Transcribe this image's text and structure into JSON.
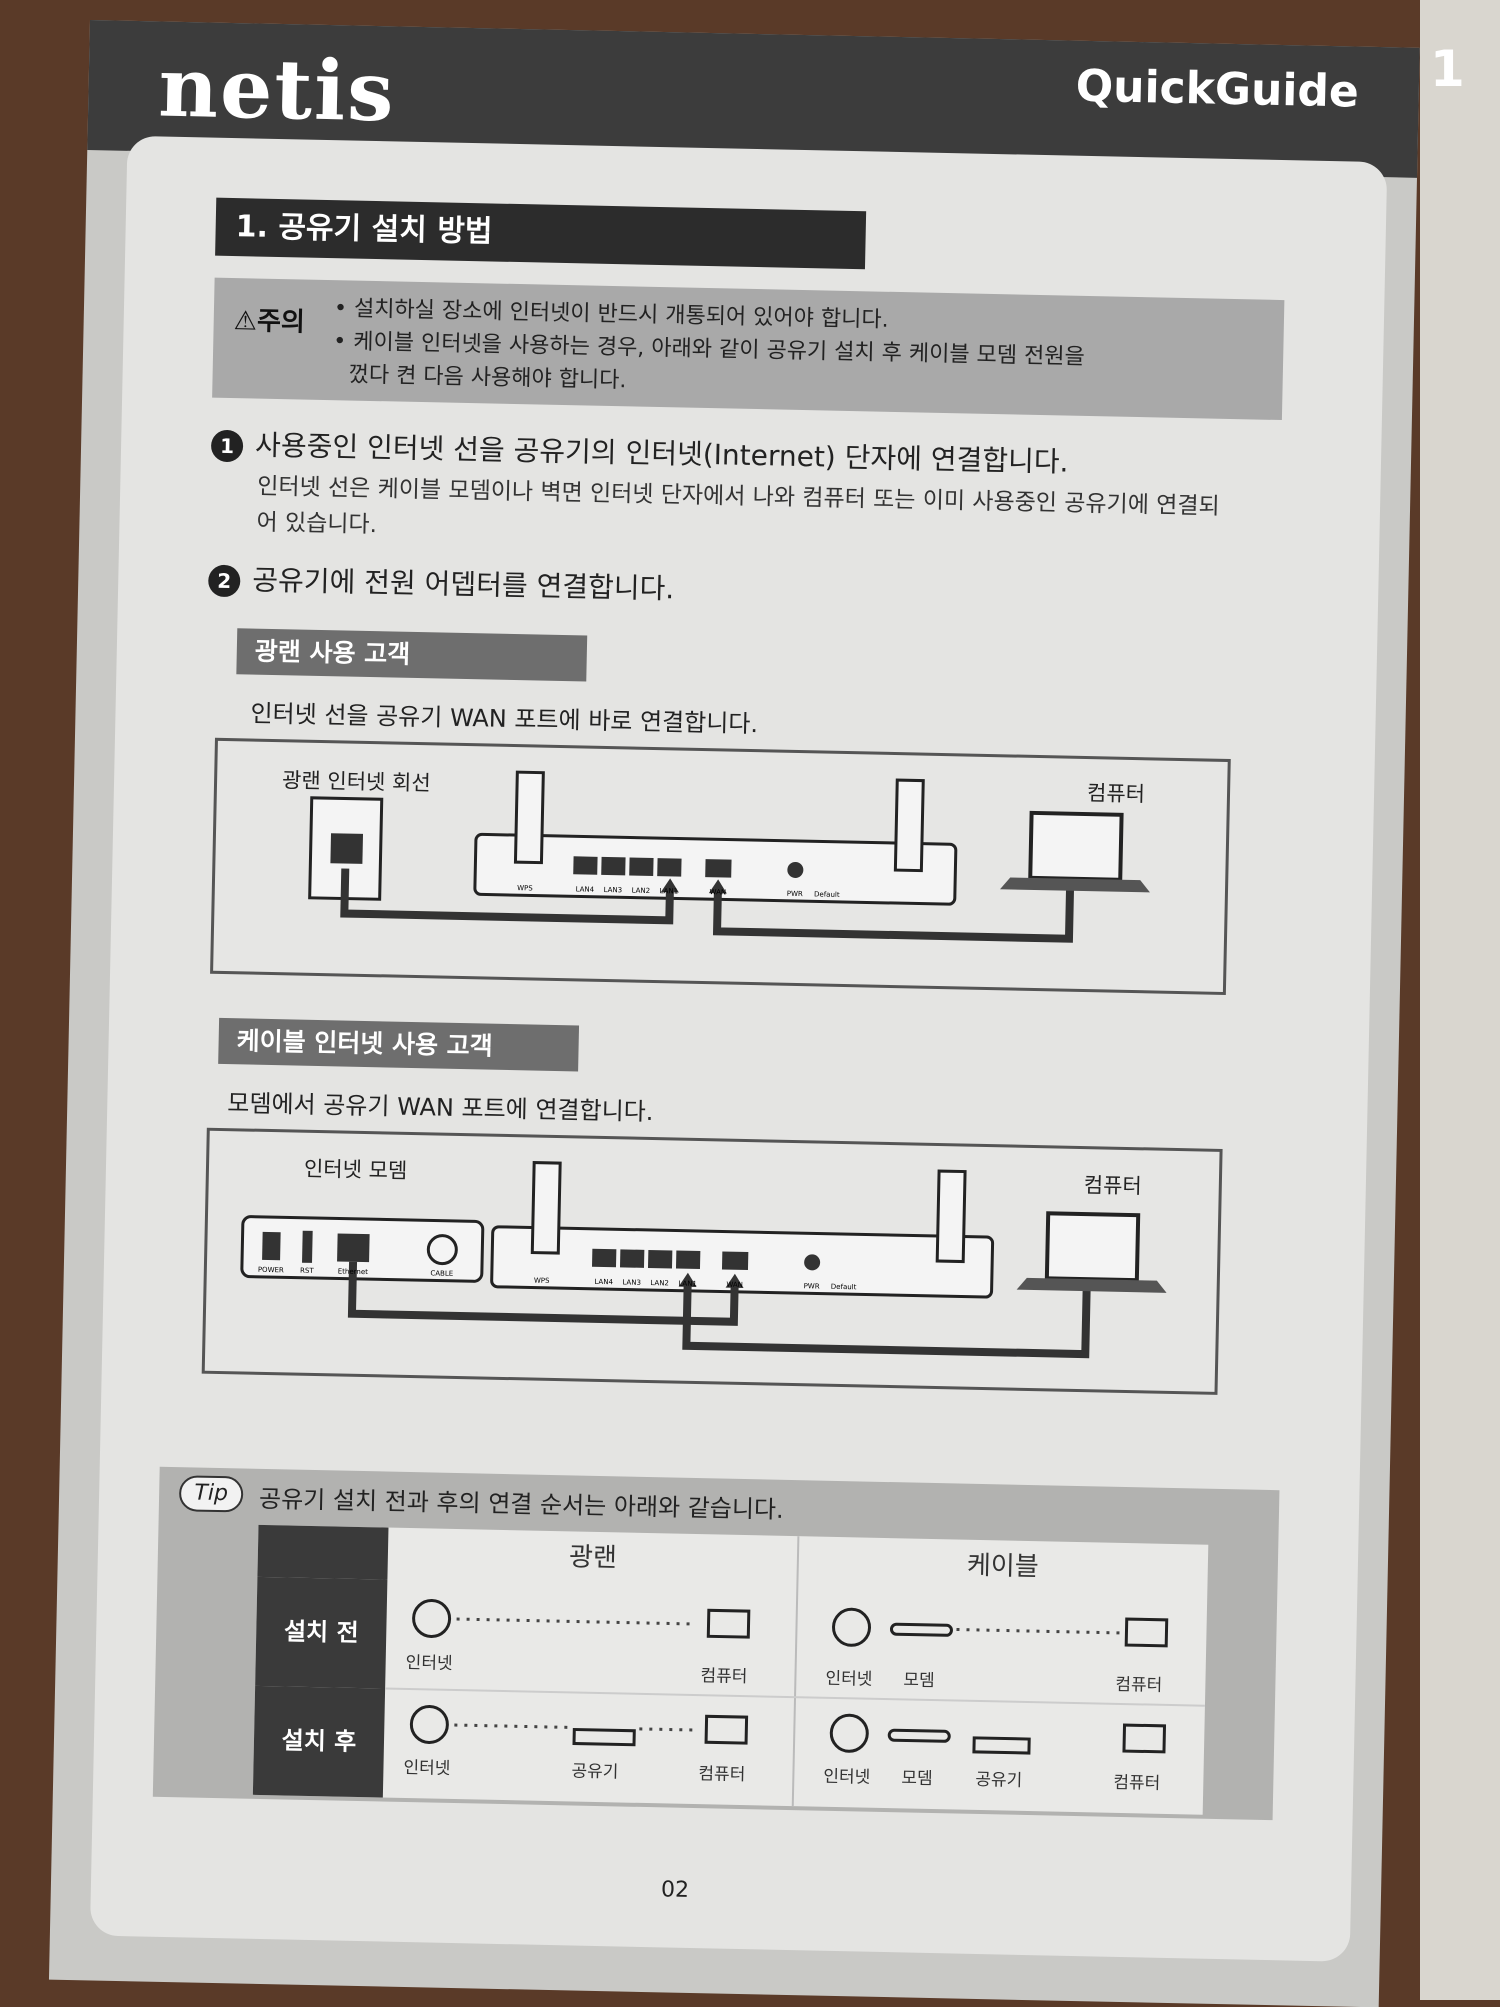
{
  "spine": {
    "text": "1"
  },
  "header": {
    "brand": "netis",
    "guide": "QuickGuide"
  },
  "section": {
    "title": "1. 공유기 설치 방법"
  },
  "caution": {
    "label": "주의",
    "line1": "• 설치하실 장소에 인터넷이 반드시 개통되어 있어야 합니다.",
    "line2": "• 케이블 인터넷을 사용하는 경우, 아래와 같이 공유기 설치 후 케이블 모뎀 전원을",
    "line3": "껐다 켠 다음 사용해야 합니다."
  },
  "step1": {
    "num": "1",
    "text": "사용중인 인터넷 선을 공유기의 인터넷(Internet) 단자에 연결합니다.",
    "sub": "인터넷 선은 케이블 모뎀이나 벽면 인터넷 단자에서 나와 컴퓨터 또는 이미 사용중인 공유기에 연결되어 있습니다."
  },
  "step2": {
    "num": "2",
    "text": "공유기에 전원 어뎁터를 연결합니다."
  },
  "fiber": {
    "tag": "광랜 사용 고객",
    "desc": "인터넷 선을 공유기 WAN 포트에 바로 연결합니다.",
    "source_label": "광랜 인터넷 회선",
    "computer_label": "컴퓨터"
  },
  "cable": {
    "tag": "케이블 인터넷 사용 고객",
    "desc": "모뎀에서 공유기 WAN 포트에 연결합니다.",
    "source_label": "인터넷 모뎀",
    "computer_label": "컴퓨터"
  },
  "port_labels": [
    "WPS",
    "LAN4",
    "LAN3",
    "LAN2",
    "LAN1",
    "WAN",
    "PWR",
    "Default"
  ],
  "modem_port_labels": [
    "POWER",
    "RST",
    "Ethernet",
    "CABLE"
  ],
  "tip": {
    "badge": "Tip",
    "text": "공유기 설치 전과 후의 연결 순서는 아래와 같습니다.",
    "col_fiber": "광랜",
    "col_cable": "케이블",
    "row_before": "설치 전",
    "row_after": "설치 후",
    "internet": "인터넷",
    "computer": "컴퓨터",
    "router": "공유기",
    "modem": "모뎀"
  },
  "page_number": "02"
}
